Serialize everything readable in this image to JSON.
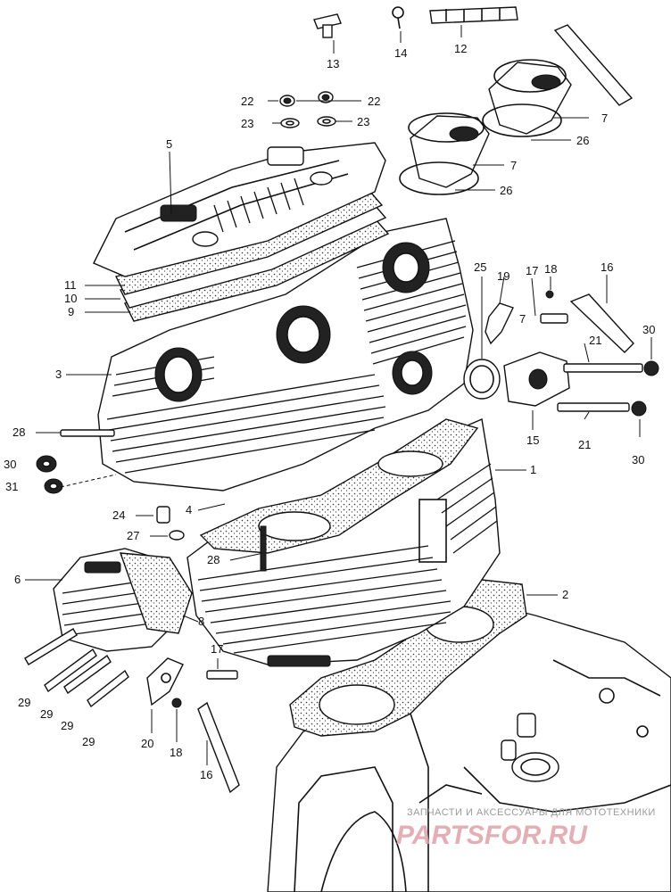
{
  "callouts": {
    "c1": "1",
    "c2": "2",
    "c3": "3",
    "c4": "4",
    "c5": "5",
    "c6": "6",
    "c7a": "7",
    "c7b": "7",
    "c7c": "7",
    "c8": "8",
    "c9": "9",
    "c10": "10",
    "c11": "11",
    "c12": "12",
    "c13": "13",
    "c14": "14",
    "c15": "15",
    "c16a": "16",
    "c16b": "16",
    "c17a": "17",
    "c17b": "17",
    "c18a": "18",
    "c18b": "18",
    "c19": "19",
    "c20": "20",
    "c21a": "21",
    "c21b": "21",
    "c22a": "22",
    "c22b": "22",
    "c23a": "23",
    "c23b": "23",
    "c24": "24",
    "c25": "25",
    "c26a": "26",
    "c26b": "26",
    "c27": "27",
    "c28a": "28",
    "c28b": "28",
    "c29a": "29",
    "c29b": "29",
    "c29c": "29",
    "c29d": "29",
    "c30a": "30",
    "c30b": "30",
    "c31": "31"
  },
  "watermark": {
    "tagline": "ЗАПЧАСТИ И АКСЕССУАРЫ ДЛЯ МОТОТЕХНИКИ",
    "brand": "PARTSFOR.RU"
  }
}
